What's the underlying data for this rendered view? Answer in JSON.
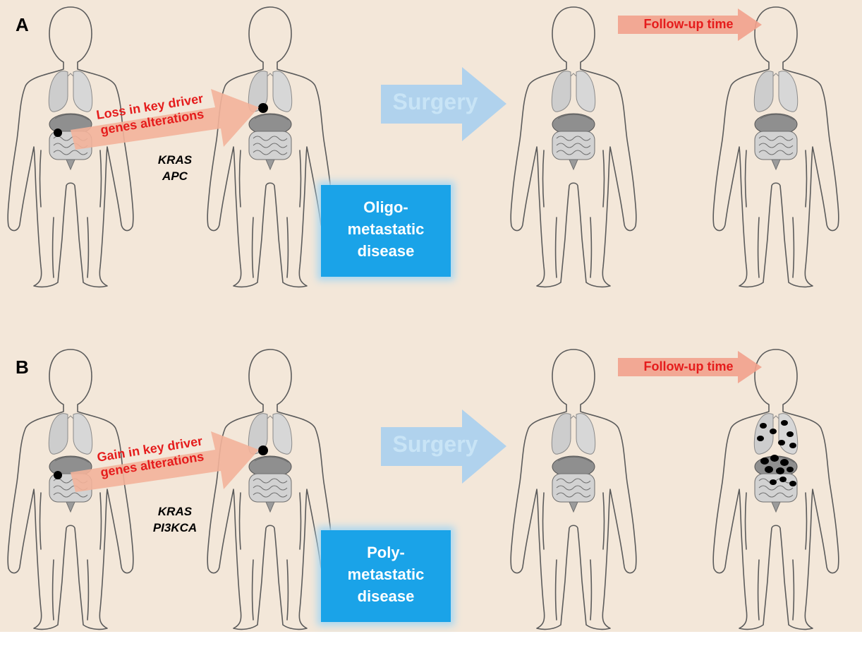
{
  "panels": [
    {
      "letter": "A",
      "driver_text_line1": "Loss in key driver",
      "driver_text_line2": "genes alterations",
      "gene1": "KRAS",
      "gene2": "APC",
      "surgery": "Surgery",
      "box_line1": "Oligo-",
      "box_line2": "metastatic",
      "box_line3": "disease",
      "followup": "Follow-up time",
      "outcome": "no recurrence"
    },
    {
      "letter": "B",
      "driver_text_line1": "Gain in key driver",
      "driver_text_line2": "genes alterations",
      "gene1": "KRAS",
      "gene2": "PI3KCA",
      "surgery": "Surgery",
      "box_line1": "Poly-",
      "box_line2": "metastatic",
      "box_line3": "disease",
      "followup": "Follow-up time",
      "outcome": "multiple metastases in lungs and liver"
    }
  ],
  "colors": {
    "background": "#f3e7d9",
    "driver_arrow": "#f3b39a",
    "driver_text": "#e51c1c",
    "surgery_arrow": "#a9cfee",
    "surgery_text": "#c8e4f6",
    "box": "#1aa3e8",
    "followup_arrow": "#f2a18c",
    "lesion": "#000000"
  }
}
